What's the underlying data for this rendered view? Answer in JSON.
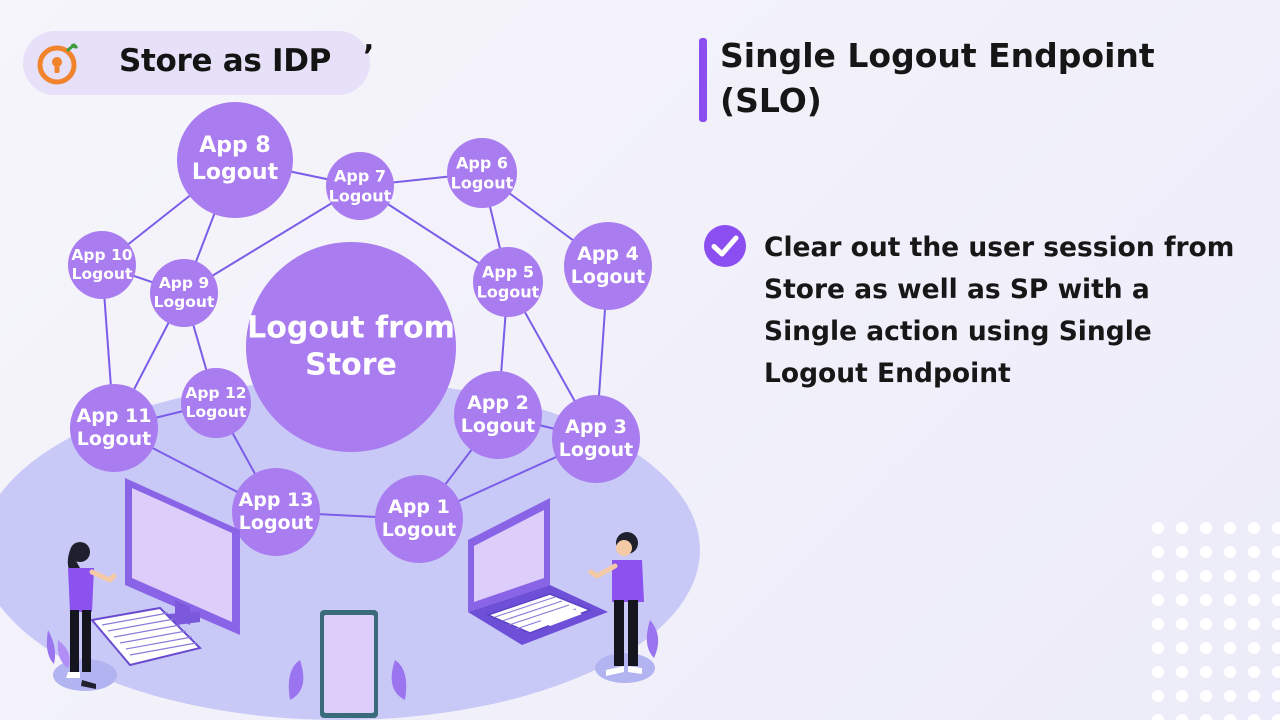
{
  "badge": {
    "brand": "Store as IDP",
    "quote_mark": "’"
  },
  "header": {
    "title": "Single Logout Endpoint (SLO)"
  },
  "description": {
    "text": "Clear out the user session from Store as well as SP with a Single action using Single Logout Endpoint"
  },
  "diagram": {
    "center": {
      "label": "Logout from Store"
    },
    "nodes": [
      {
        "id": "app8",
        "label": "App 8 Logout"
      },
      {
        "id": "app7",
        "label": "App 7 Logout"
      },
      {
        "id": "app6",
        "label": "App 6 Logout"
      },
      {
        "id": "app10",
        "label": "App 10 Logout"
      },
      {
        "id": "app9",
        "label": "App 9 Logout"
      },
      {
        "id": "app5",
        "label": "App 5 Logout"
      },
      {
        "id": "app4",
        "label": "App 4 Logout"
      },
      {
        "id": "app12",
        "label": "App 12 Logout"
      },
      {
        "id": "app11",
        "label": "App 11 Logout"
      },
      {
        "id": "app2",
        "label": "App 2 Logout"
      },
      {
        "id": "app3",
        "label": "App 3 Logout"
      },
      {
        "id": "app13",
        "label": "App 13 Logout"
      },
      {
        "id": "app1",
        "label": "App 1 Logout"
      }
    ],
    "links": [
      [
        "app8",
        "app7"
      ],
      [
        "app7",
        "app6"
      ],
      [
        "app8",
        "app10"
      ],
      [
        "app8",
        "app9"
      ],
      [
        "app7",
        "app9"
      ],
      [
        "app7",
        "app5"
      ],
      [
        "app6",
        "app5"
      ],
      [
        "app6",
        "app4"
      ],
      [
        "app10",
        "app9"
      ],
      [
        "app10",
        "app11"
      ],
      [
        "app9",
        "app11"
      ],
      [
        "app9",
        "app12"
      ],
      [
        "app5",
        "app2"
      ],
      [
        "app5",
        "app3"
      ],
      [
        "app4",
        "app3"
      ],
      [
        "app11",
        "app12"
      ],
      [
        "app11",
        "app13"
      ],
      [
        "app12",
        "app13"
      ],
      [
        "app13",
        "app1"
      ],
      [
        "app1",
        "app2"
      ],
      [
        "app1",
        "app3"
      ],
      [
        "app2",
        "app3"
      ]
    ]
  },
  "colors": {
    "node": "#a97cf0",
    "link": "#7a5de8",
    "platform": "#c7c8f8",
    "accent": "#8b4ef0",
    "text": "#161616"
  },
  "icons": {
    "logo": "keyhole-logo-icon",
    "check": "checkmark-circle-icon"
  }
}
